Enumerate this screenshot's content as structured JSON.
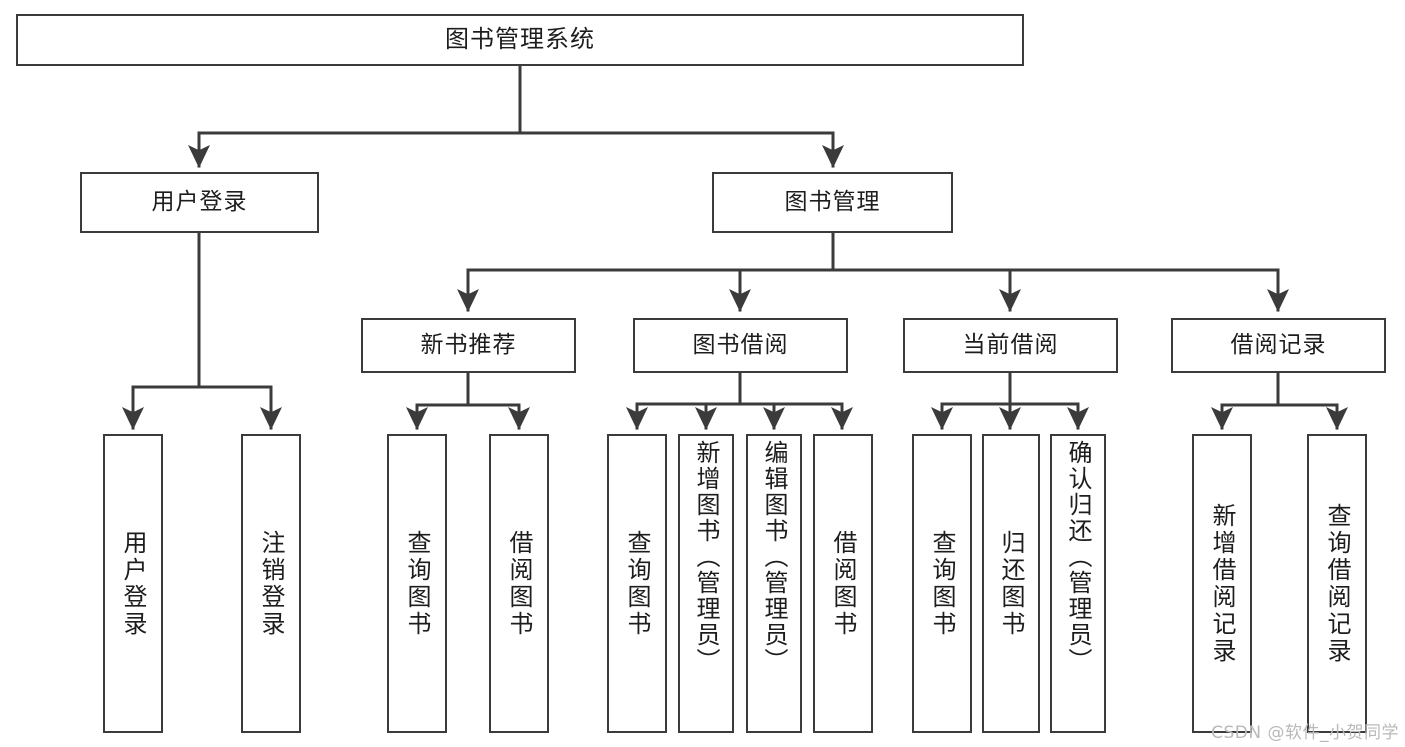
{
  "diagram": {
    "title": "图书管理系统",
    "type": "hierarchy-tree",
    "stroke_color": "#3b3b3b",
    "fill_color": "#ffffff",
    "text_color": "#1d1d1d",
    "watermark": "CSDN @软件_小贺同学"
  },
  "nodes": {
    "root": {
      "label": "图书管理系统"
    },
    "level2": [
      {
        "label": "用户登录"
      },
      {
        "label": "图书管理"
      }
    ],
    "level3": [
      {
        "label": "新书推荐"
      },
      {
        "label": "图书借阅"
      },
      {
        "label": "当前借阅"
      },
      {
        "label": "借阅记录"
      }
    ],
    "leaves": {
      "user_login": [
        {
          "label": "用户登录"
        },
        {
          "label": "注销登录"
        }
      ],
      "new_book_recommend": [
        {
          "label": "查询图书"
        },
        {
          "label": "借阅图书"
        }
      ],
      "book_borrow": [
        {
          "label": "查询图书"
        },
        {
          "label": "新增图书（管理员）"
        },
        {
          "label": "编辑图书（管理员）"
        },
        {
          "label": "借阅图书"
        }
      ],
      "current_borrow": [
        {
          "label": "查询图书"
        },
        {
          "label": "归还图书"
        },
        {
          "label": "确认归还（管理员）"
        }
      ],
      "borrow_records": [
        {
          "label": "新增借阅记录"
        },
        {
          "label": "查询借阅记录"
        }
      ]
    }
  }
}
